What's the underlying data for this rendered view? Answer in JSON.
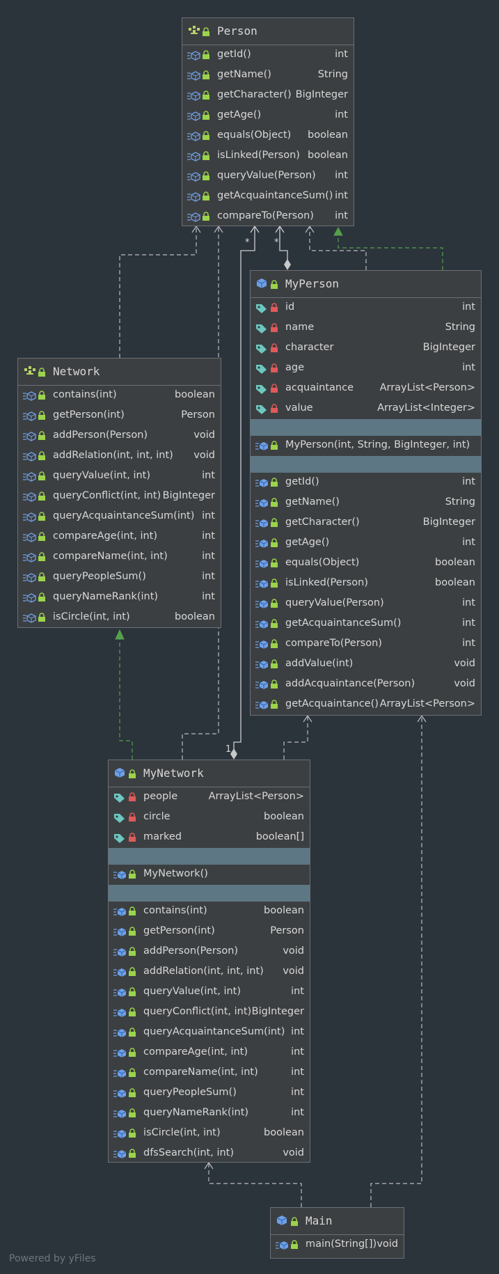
{
  "footer": "Powered by yFiles",
  "colors": {
    "background": "#2b333b",
    "box": "#3c3f41",
    "border": "#6c7075",
    "band": "#5e7785",
    "method_icon": "#6fa0e6",
    "field_icon": "#6cc7c0",
    "lock_green": "#9bd34c",
    "lock_red": "#e05a5a",
    "interface_icon": "#b9d36a",
    "realization_arrow": "#55a04c",
    "dependency_line": "#bcbcbc"
  },
  "classes": {
    "person": {
      "name": "Person",
      "kind": "interface",
      "methods": [
        {
          "label": "getId()",
          "type": "int"
        },
        {
          "label": "getName()",
          "type": "String"
        },
        {
          "label": "getCharacter()",
          "type": "BigInteger"
        },
        {
          "label": "getAge()",
          "type": "int"
        },
        {
          "label": "equals(Object)",
          "type": "boolean"
        },
        {
          "label": "isLinked(Person)",
          "type": "boolean"
        },
        {
          "label": "queryValue(Person)",
          "type": "int"
        },
        {
          "label": "getAcquaintanceSum()",
          "type": "int"
        },
        {
          "label": "compareTo(Person)",
          "type": "int"
        }
      ]
    },
    "network": {
      "name": "Network",
      "kind": "interface",
      "methods": [
        {
          "label": "contains(int)",
          "type": "boolean"
        },
        {
          "label": "getPerson(int)",
          "type": "Person"
        },
        {
          "label": "addPerson(Person)",
          "type": "void"
        },
        {
          "label": "addRelation(int, int, int)",
          "type": "void"
        },
        {
          "label": "queryValue(int, int)",
          "type": "int"
        },
        {
          "label": "queryConflict(int, int)",
          "type": "BigInteger"
        },
        {
          "label": "queryAcquaintanceSum(int)",
          "type": "int"
        },
        {
          "label": "compareAge(int, int)",
          "type": "int"
        },
        {
          "label": "compareName(int, int)",
          "type": "int"
        },
        {
          "label": "queryPeopleSum()",
          "type": "int"
        },
        {
          "label": "queryNameRank(int)",
          "type": "int"
        },
        {
          "label": "isCircle(int, int)",
          "type": "boolean"
        }
      ]
    },
    "myperson": {
      "name": "MyPerson",
      "kind": "class",
      "fields": [
        {
          "label": "id",
          "type": "int"
        },
        {
          "label": "name",
          "type": "String"
        },
        {
          "label": "character",
          "type": "BigInteger"
        },
        {
          "label": "age",
          "type": "int"
        },
        {
          "label": "acquaintance",
          "type": "ArrayList<Person>"
        },
        {
          "label": "value",
          "type": "ArrayList<Integer>"
        }
      ],
      "constructors": [
        {
          "label": "MyPerson(int, String, BigInteger, int)",
          "type": ""
        }
      ],
      "methods": [
        {
          "label": "getId()",
          "type": "int"
        },
        {
          "label": "getName()",
          "type": "String"
        },
        {
          "label": "getCharacter()",
          "type": "BigInteger"
        },
        {
          "label": "getAge()",
          "type": "int"
        },
        {
          "label": "equals(Object)",
          "type": "boolean"
        },
        {
          "label": "isLinked(Person)",
          "type": "boolean"
        },
        {
          "label": "queryValue(Person)",
          "type": "int"
        },
        {
          "label": "getAcquaintanceSum()",
          "type": "int"
        },
        {
          "label": "compareTo(Person)",
          "type": "int"
        },
        {
          "label": "addValue(int)",
          "type": "void"
        },
        {
          "label": "addAcquaintance(Person)",
          "type": "void"
        },
        {
          "label": "getAcquaintance()",
          "type": "ArrayList<Person>"
        }
      ]
    },
    "mynetwork": {
      "name": "MyNetwork",
      "kind": "class",
      "fields": [
        {
          "label": "people",
          "type": "ArrayList<Person>"
        },
        {
          "label": "circle",
          "type": "boolean"
        },
        {
          "label": "marked",
          "type": "boolean[]"
        }
      ],
      "constructors": [
        {
          "label": "MyNetwork()",
          "type": ""
        }
      ],
      "methods": [
        {
          "label": "contains(int)",
          "type": "boolean"
        },
        {
          "label": "getPerson(int)",
          "type": "Person"
        },
        {
          "label": "addPerson(Person)",
          "type": "void"
        },
        {
          "label": "addRelation(int, int, int)",
          "type": "void"
        },
        {
          "label": "queryValue(int, int)",
          "type": "int"
        },
        {
          "label": "queryConflict(int, int)",
          "type": "BigInteger"
        },
        {
          "label": "queryAcquaintanceSum(int)",
          "type": "int"
        },
        {
          "label": "compareAge(int, int)",
          "type": "int"
        },
        {
          "label": "compareName(int, int)",
          "type": "int"
        },
        {
          "label": "queryPeopleSum()",
          "type": "int"
        },
        {
          "label": "queryNameRank(int)",
          "type": "int"
        },
        {
          "label": "isCircle(int, int)",
          "type": "boolean"
        },
        {
          "label": "dfsSearch(int, int)",
          "type": "void"
        }
      ]
    },
    "main": {
      "name": "Main",
      "kind": "class",
      "methods": [
        {
          "label": "main(String[])",
          "type": "void"
        }
      ]
    }
  },
  "multiplicities": {
    "network_person": "*",
    "myperson_person": "*",
    "mynetwork_person": "1"
  }
}
